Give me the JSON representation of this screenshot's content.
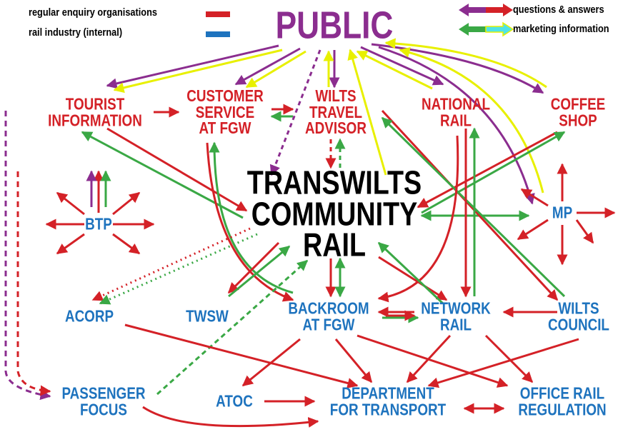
{
  "legend": {
    "regular_enquiry": "regular enquiry organisations",
    "rail_industry": "rail industry (internal)",
    "questions_answers": "questions & answers",
    "marketing_information": "marketing information",
    "colors": {
      "red": "#d42127",
      "blue": "#1e73be",
      "purple": "#8b2d8f",
      "green": "#3aa845",
      "yellow": "#e8f000",
      "cyan": "#4fe3e8"
    }
  },
  "nodes": {
    "public": "PUBLIC",
    "tourist_information": [
      "TOURIST",
      "INFORMATION"
    ],
    "customer_service": [
      "CUSTOMER",
      "SERVICE",
      "AT FGW"
    ],
    "wilts_travel_advisor": [
      "WILTS",
      "TRAVEL",
      "ADVISOR"
    ],
    "national_rail": [
      "NATIONAL",
      "RAIL"
    ],
    "coffee_shop": [
      "COFFEE",
      "SHOP"
    ],
    "transwilts": [
      "TRANSWILTS",
      "COMMUNITY",
      "RAIL"
    ],
    "btp": "BTP",
    "mp": "MP",
    "acorp": "ACORP",
    "twsw": "TWSW",
    "backroom": [
      "BACKROOM",
      "AT FGW"
    ],
    "network_rail": [
      "NETWORK",
      "RAIL"
    ],
    "wilts_council": [
      "WILTS",
      "COUNCIL"
    ],
    "passenger_focus": [
      "PASSENGER",
      "FOCUS"
    ],
    "atoc": "ATOC",
    "dft": [
      "DEPARTMENT",
      "FOR TRANSPORT"
    ],
    "orr": [
      "OFFICE RAIL",
      "REGULATION"
    ]
  }
}
